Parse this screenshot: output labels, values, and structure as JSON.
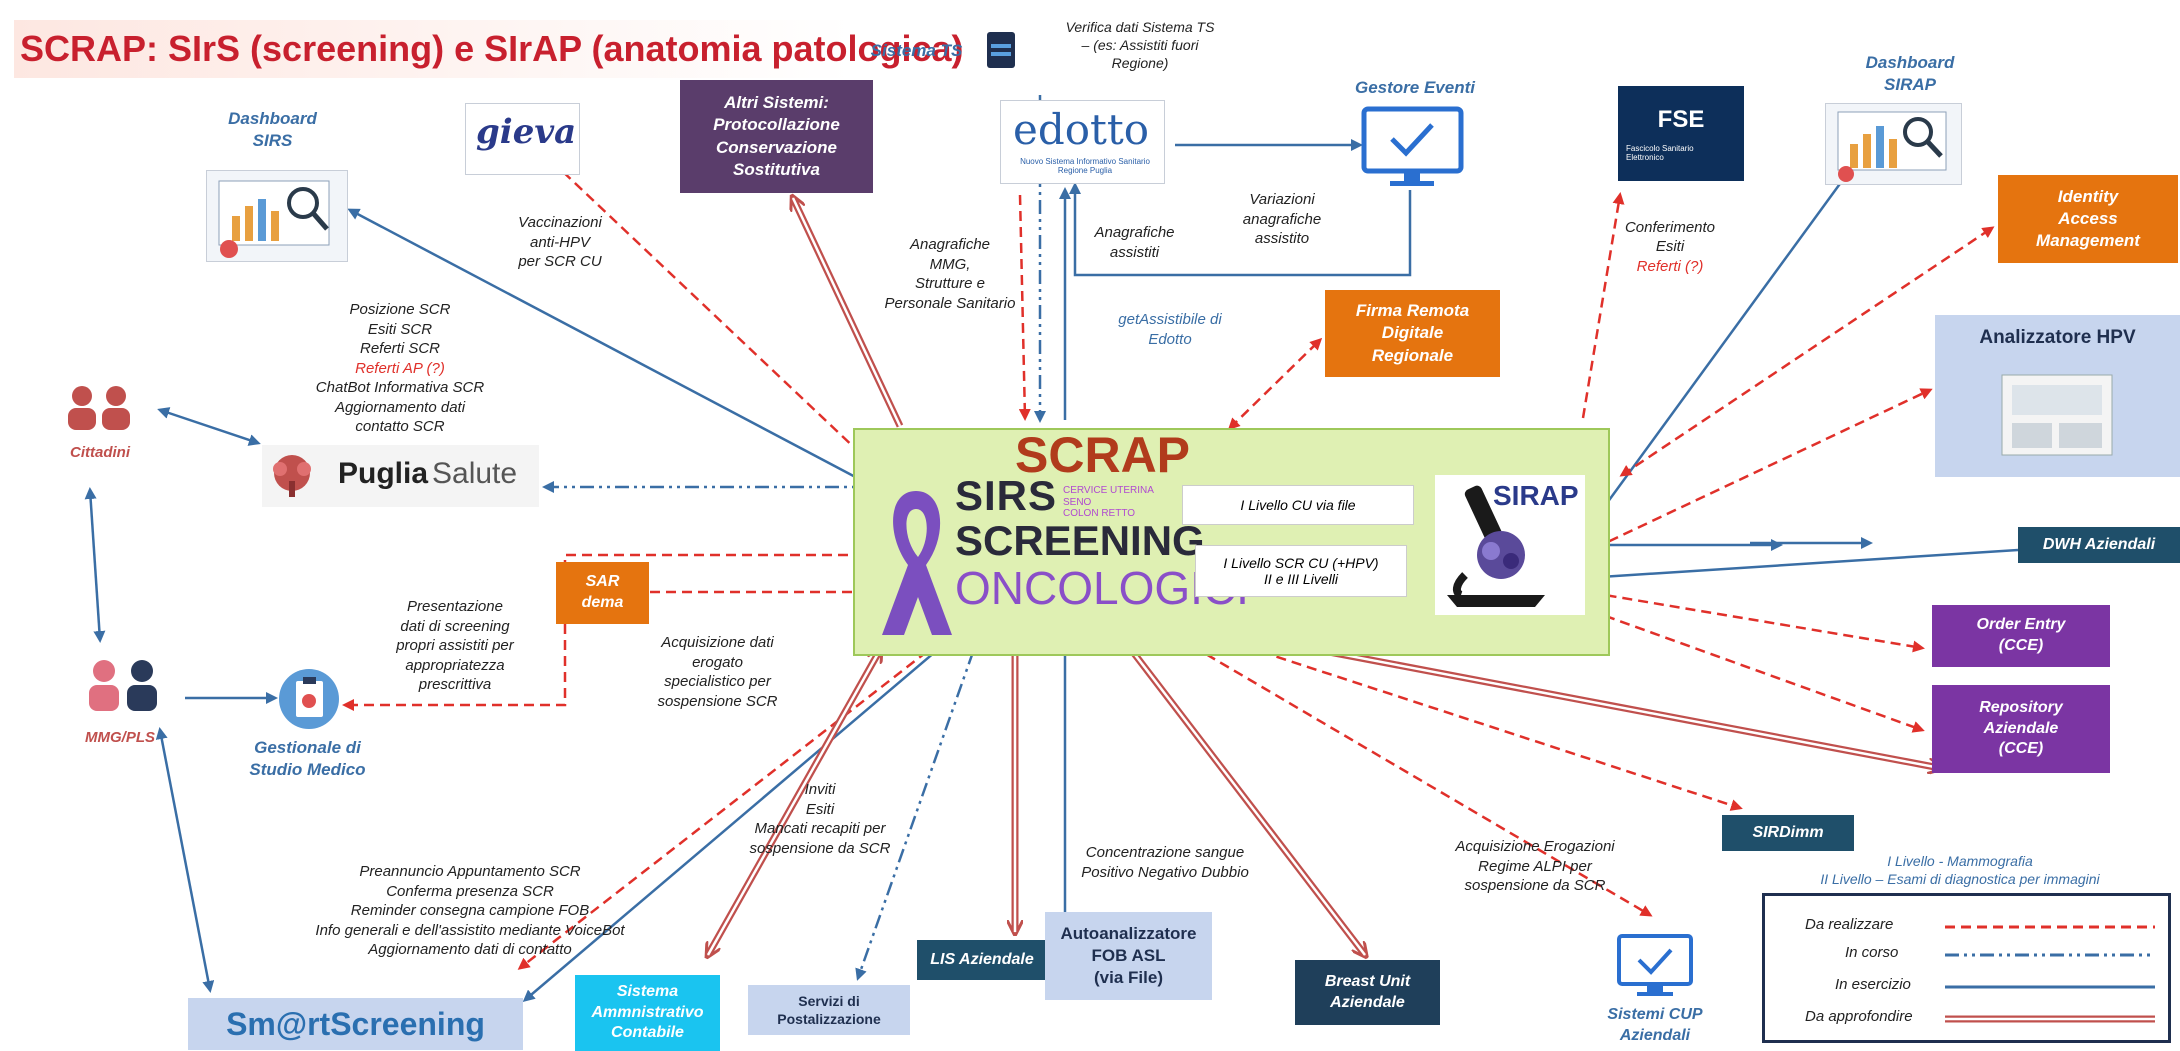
{
  "title": "SCRAP: SIrS (screening) e SIrAP (anatomia patologica)",
  "colors": {
    "realizzare": "#e0302a",
    "corso": "#3a6ea5",
    "esercizio": "#3a6ea5",
    "approfondire": "#c0504d",
    "scrap_bg": "#dff0b3"
  },
  "nodes": {
    "dashboard_sirs": "Dashboard\nSIRS",
    "gieva": "gieva",
    "altri_sistemi": "Altri Sistemi:\nProtocollazione\nConservazione\nSostitutiva",
    "sistema_ts": "Sistema TS",
    "edotto": "edotto",
    "edotto_sub": "Nuovo Sistema Informativo Sanitario\nRegione Puglia",
    "gestore_eventi": "Gestore Eventi",
    "fse": "FSE",
    "fse_sub": "Fascicolo Sanitario\nElettronico",
    "dashboard_sirap": "Dashboard\nSIRAP",
    "identity": "Identity\nAccess\nManagement",
    "firma_remota": "Firma Remota\nDigitale\nRegionale",
    "analizzatore_hpv": "Analizzatore HPV",
    "cittadini": "Cittadini",
    "puglia_salute_bold": "Puglia",
    "puglia_salute_light": "Salute",
    "scrap": "SCRAP",
    "sirs_line1": "SIRS",
    "sirs_line2": "SCREENING",
    "sirs_line3": "ONCOLOGICI",
    "sirs_tag1": "CERVICE UTERINA",
    "sirs_tag2": "SENO",
    "sirs_tag3": "COLON RETTO",
    "sirap": "SIRAP",
    "dwh": "DWH Aziendali",
    "sar_dema": "SAR\ndema",
    "mmg": "MMG/PLS",
    "gestionale": "Gestionale di\nStudio Medico",
    "order_entry": "Order Entry\n(CCE)",
    "repository": "Repository\nAziendale\n(CCE)",
    "sirdimm": "SIRDimm",
    "smartscreening": "Sm@rtScreening",
    "sistema_ammin": "Sistema\nAmmnistrativo\nContabile",
    "servizi_post": "Servizi di\nPostalizzazione",
    "lis": "LIS Aziendale",
    "autoanalizzatore": "Autoanalizzatore\nFOB ASL\n(via File)",
    "breast_unit": "Breast Unit\nAziendale",
    "sistemi_cup": "Sistemi CUP\nAziendali"
  },
  "labels": {
    "verifica_ts": "Verifica dati Sistema TS\n– (es: Assistiti fuori\nRegione)",
    "vaccinazioni": "Vaccinazioni\nanti-HPV\nper SCR CU",
    "anagrafiche_mmg": "Anagrafiche\nMMG,\nStrutture e\nPersonale Sanitario",
    "anagrafiche_assistiti": "Anagrafiche\nassistiti",
    "variazioni": "Variazioni\nanagrafiche\nassistito",
    "getassistibile": "getAssistibile di\nEdotto",
    "conferimento": "Conferimento\nEsiti",
    "referti_q": "Referti (?)",
    "posizione": "Posizione SCR\nEsiti SCR\nReferti SCR",
    "referti_ap": "Referti AP (?)",
    "chatbot": "ChatBot Informativa SCR\nAggiornamento dati\ncontatto SCR",
    "livello_cu": "I Livello CU via file",
    "livello_scr": "I Livello SCR CU (+HPV)\nII e III Livelli",
    "presentazione": "Presentazione\ndati di screening\npropri assistiti per\nappropriatezza\nprescrittiva",
    "acquisizione_dati": "Acquisizione dati\nerogato\nspecialistico per\nsospensione SCR",
    "inviti": "Inviti\nEsiti\nMancati recapiti per\nsospensione da SCR",
    "preannuncio": "Preannuncio Appuntamento SCR\nConferma presenza SCR\nReminder consegna campione FOB\nInfo generali e dell'assistito mediante VoiceBot\nAggiornamento dati di contatto",
    "concentrazione": "Concentrazione sangue\nPositivo Negativo Dubbio",
    "acquisizione_erog": "Acquisizione Erogazioni\nRegime ALPI per\nsospensione da SCR",
    "mammografia": "I Livello - Mammografia\nII Livello – Esami di diagnostica per immagini"
  },
  "legend": {
    "realizzare": "Da realizzare",
    "corso": "In corso",
    "esercizio": "In esercizio",
    "approfondire": "Da approfondire"
  }
}
